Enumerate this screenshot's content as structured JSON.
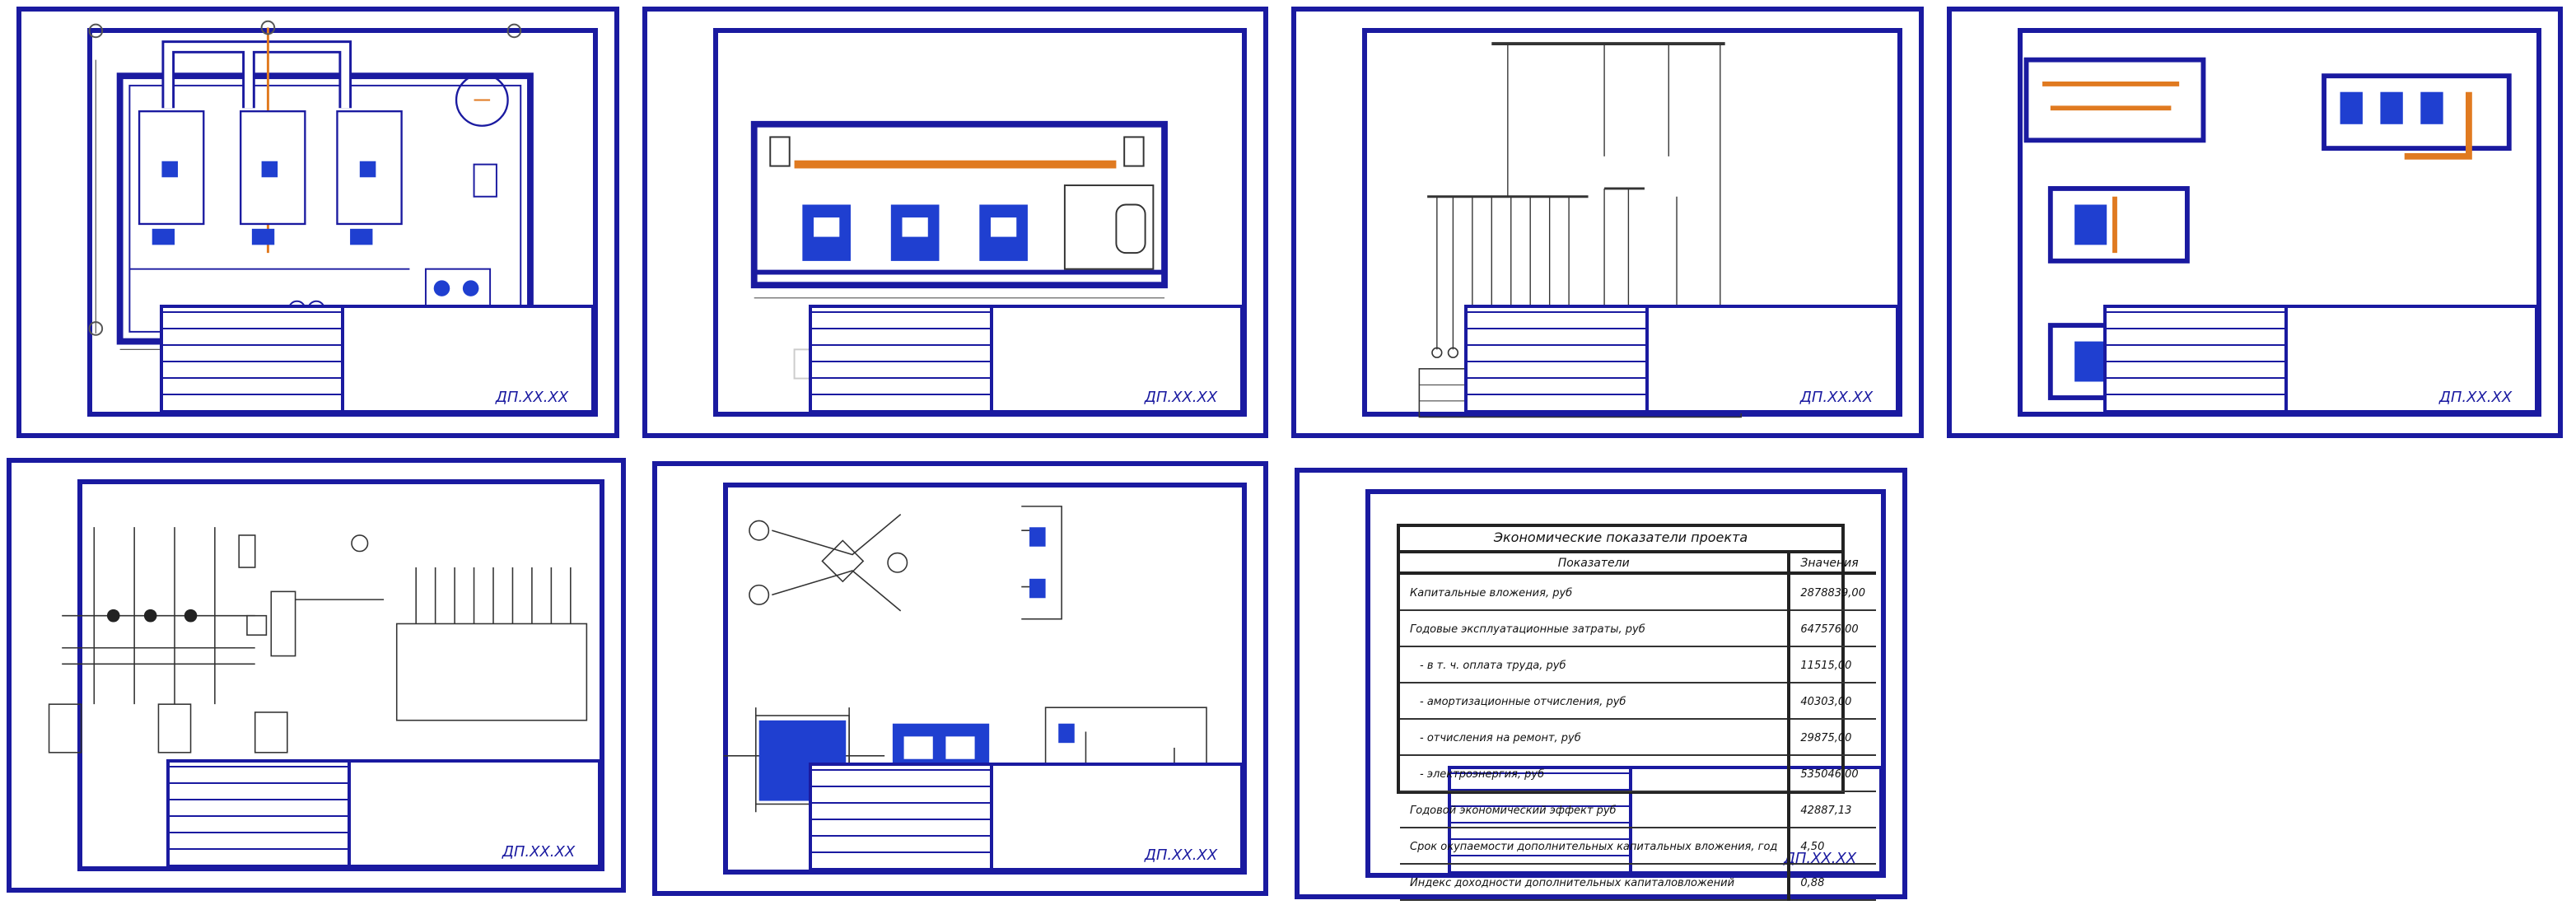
{
  "sheets": [
    {
      "id": "sheet-1",
      "stamp_title": "",
      "stamp_code": "ДП.ХХ.ХХ"
    },
    {
      "id": "sheet-2",
      "stamp_title": "",
      "stamp_code": "ДП.ХХ.ХХ"
    },
    {
      "id": "sheet-3",
      "stamp_title": "",
      "stamp_code": "ДП.ХХ.ХХ"
    },
    {
      "id": "sheet-4",
      "stamp_title": "",
      "stamp_code": "ДП.ХХ.ХХ"
    },
    {
      "id": "sheet-5",
      "stamp_title": "",
      "stamp_code": "ДП.ХХ.ХХ"
    },
    {
      "id": "sheet-6",
      "stamp_title": "",
      "stamp_code": "ДП.ХХ.ХХ"
    },
    {
      "id": "sheet-7",
      "stamp_title": "",
      "stamp_code": "ДП.ХХ.ХХ"
    }
  ],
  "economics": {
    "title": "Экономические показатели проекта",
    "header": {
      "name": "Показатели",
      "value": "Значения"
    },
    "rows": [
      {
        "name": "Капитальные вложения, руб",
        "value": "2878839,00",
        "indent": false
      },
      {
        "name": "Годовые эксплуатационные затраты, руб",
        "value": "647576,00",
        "indent": false
      },
      {
        "name": "- в т. ч. оплата труда, руб",
        "value": "11515,00",
        "indent": true
      },
      {
        "name": "- амортизационные отчисления, руб",
        "value": "40303,00",
        "indent": true
      },
      {
        "name": "- отчисления на ремонт, руб",
        "value": "29875,00",
        "indent": true
      },
      {
        "name": "- электроэнергия, руб",
        "value": "535046,00",
        "indent": true
      },
      {
        "name": "Годовой экономический эффект руб",
        "value": "42887,13",
        "indent": false
      },
      {
        "name": "Срок окупаемости дополнительных капитальных вложения, год",
        "value": "4,50",
        "indent": false
      },
      {
        "name": "Индекс доходности дополнительных капиталовложений",
        "value": "0,88",
        "indent": false
      }
    ]
  },
  "colors": {
    "frame": "#1a1aa0",
    "line": "#333333",
    "accent_orange": "#e07a20",
    "fill_blue": "#1f3fd0",
    "wall": "#1a1aa0"
  }
}
